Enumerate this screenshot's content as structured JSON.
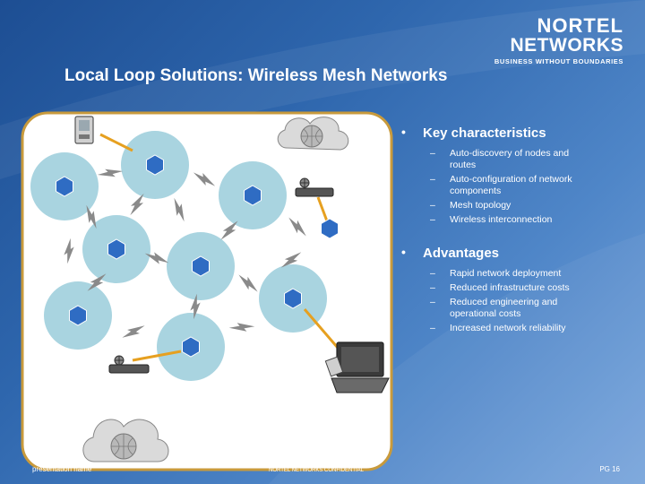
{
  "logo": {
    "line1": "NORTEL",
    "line2": "NETWORKS",
    "tagline": "BUSINESS WITHOUT BOUNDARIES"
  },
  "title": "Local Loop Solutions: Wireless Mesh Networks",
  "sections": [
    {
      "heading": "Key characteristics",
      "items": [
        "Auto-discovery of nodes and routes",
        "Auto-configuration of network components",
        "Mesh topology",
        "Wireless interconnection"
      ]
    },
    {
      "heading": "Advantages",
      "items": [
        "Rapid network deployment",
        "Reduced infrastructure costs",
        "Reduced engineering and operational costs",
        "Increased network reliability"
      ]
    }
  ],
  "footer": {
    "left": "presentation name",
    "center": "NORTEL NETWORKS CONFIDENTIAL",
    "page": "PG 16"
  },
  "colors": {
    "background": "#2e66ad",
    "panel": "#ffffff",
    "panel_border": "#c89a3c",
    "node_circle": "#a9d4e0",
    "node_hex": "#2f6cc3",
    "link_orange": "#e6a020"
  },
  "icons": [
    "pda-icon",
    "internet-cloud-icon",
    "router-icon",
    "laptop-icon",
    "wireless-bolt-icon",
    "mesh-node-icon"
  ]
}
